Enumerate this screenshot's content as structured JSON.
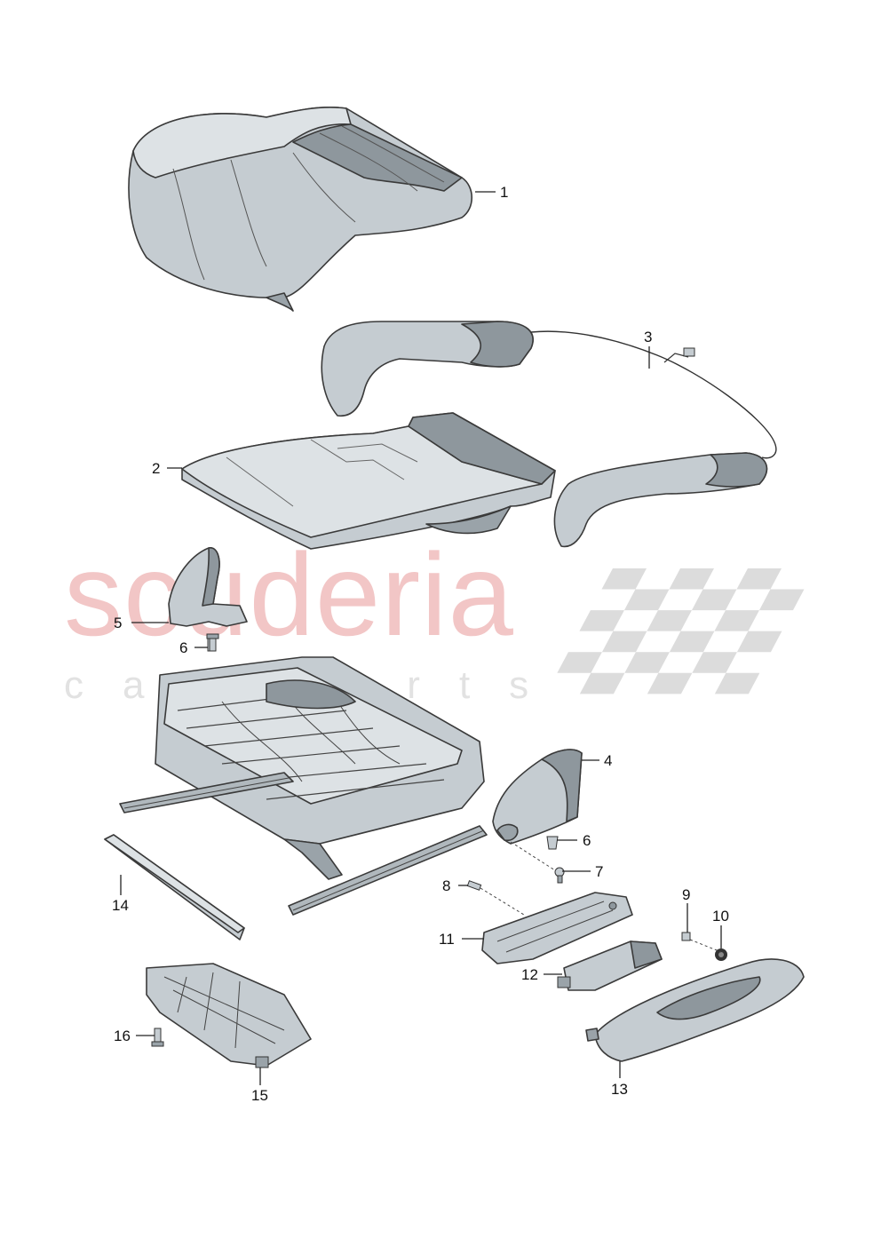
{
  "watermark": {
    "brand": "scuderia",
    "tagline": "car parts",
    "colors": {
      "brand": "#f2c6c6",
      "tagline": "#e2e2e2",
      "checker": "#dcdcdc"
    }
  },
  "colors": {
    "part_fill": "#c5ccd1",
    "part_dark": "#8e979d",
    "part_light": "#dde2e5",
    "line": "#3a3a3a"
  },
  "callouts": [
    {
      "id": "1",
      "label": "1"
    },
    {
      "id": "2",
      "label": "2"
    },
    {
      "id": "3",
      "label": "3"
    },
    {
      "id": "4",
      "label": "4"
    },
    {
      "id": "5",
      "label": "5"
    },
    {
      "id": "6a",
      "label": "6"
    },
    {
      "id": "6b",
      "label": "6"
    },
    {
      "id": "7",
      "label": "7"
    },
    {
      "id": "8",
      "label": "8"
    },
    {
      "id": "9",
      "label": "9"
    },
    {
      "id": "10",
      "label": "10"
    },
    {
      "id": "11",
      "label": "11"
    },
    {
      "id": "12",
      "label": "12"
    },
    {
      "id": "13",
      "label": "13"
    },
    {
      "id": "14",
      "label": "14"
    },
    {
      "id": "15",
      "label": "15"
    },
    {
      "id": "16",
      "label": "16"
    }
  ]
}
